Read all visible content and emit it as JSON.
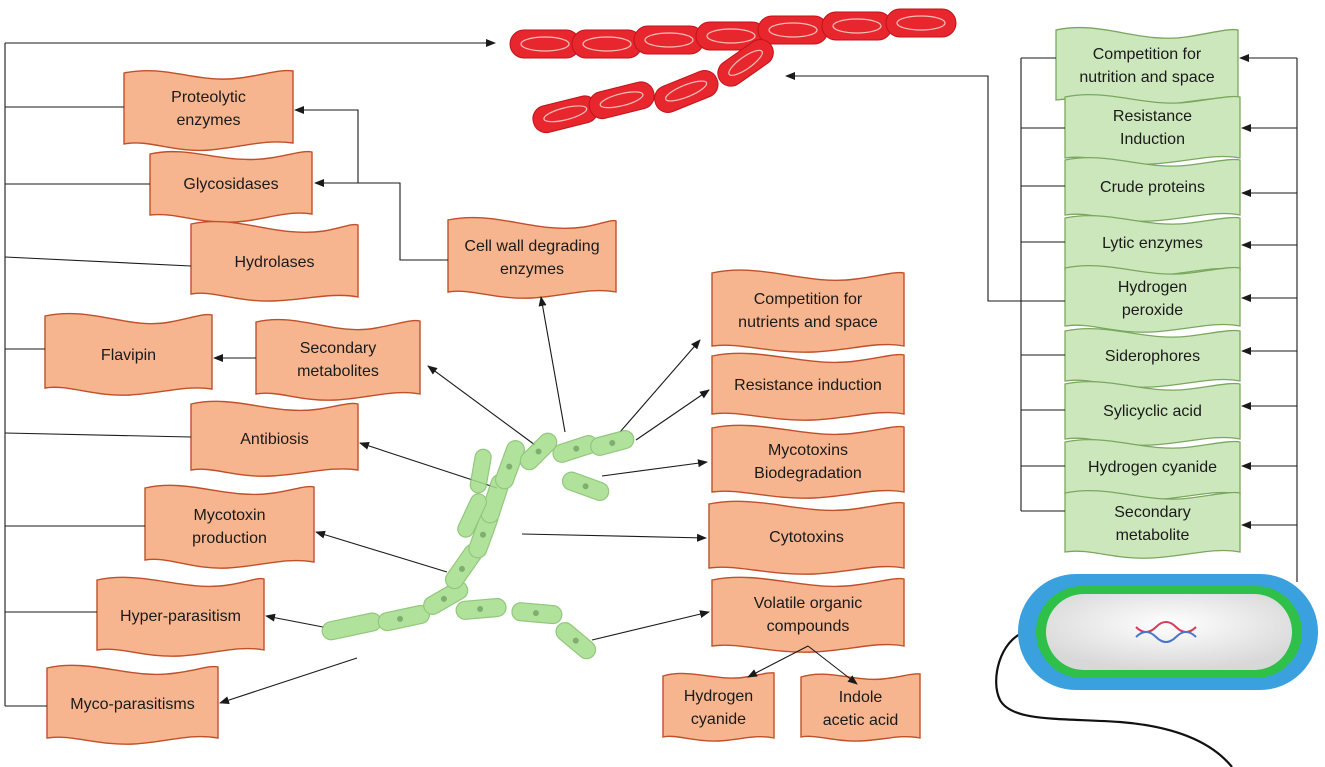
{
  "left_labels": {
    "proteolytic": "Proteolytic\nenzymes",
    "glycosidases": "Glycosidases",
    "hydrolases": "Hydrolases",
    "flavipin": "Flavipin",
    "antibiosis": "Antibiosis",
    "mycotoxin_production": "Mycotoxin\nproduction",
    "hyper_parasitism": "Hyper-parasitism",
    "myco_parasitisms": "Myco-parasitisms"
  },
  "center_labels": {
    "cell_wall": "Cell wall degrading\nenzymes",
    "secondary_metabolites": "Secondary\nmetabolites"
  },
  "mid_right_labels": {
    "competition_nutrients": "Competition for\nnutrients and space",
    "resistance_induction": "Resistance induction",
    "mycotoxins_biodegradation": "Mycotoxins\nBiodegradation",
    "cytotoxins": "Cytotoxins",
    "volatile": "Volatile organic\ncompounds",
    "hydrogen_cyanide": "Hydrogen\ncyanide",
    "indole": "Indole\nacetic acid"
  },
  "right_labels": {
    "competition_nutrition": "Competition for\nnutrition and space",
    "resistance_induction": "Resistance\nInduction",
    "crude_proteins": "Crude proteins",
    "lytic_enzymes": "Lytic enzymes",
    "hydrogen_peroxide": "Hydrogen\nperoxide",
    "siderophores": "Siderophores",
    "sylicyclic_acid": "Sylicyclic acid",
    "hydrogen_cyanide": "Hydrogen cyanide",
    "secondary_metabolite": "Secondary\nmetabolite"
  },
  "colors": {
    "orange_banner": "#f6b58e",
    "green_banner": "#cde7bd",
    "pathogen_cell": "#e8262d",
    "fungal_hypha": "#a3de8a",
    "bacterium_outer": "#3aa0de",
    "bacterium_ring": "#2fc04a"
  },
  "icons": {
    "pathogen": "red-rod-chain",
    "fungus": "green-hypha",
    "bacterium": "rod-bacterium-with-flagellum"
  }
}
